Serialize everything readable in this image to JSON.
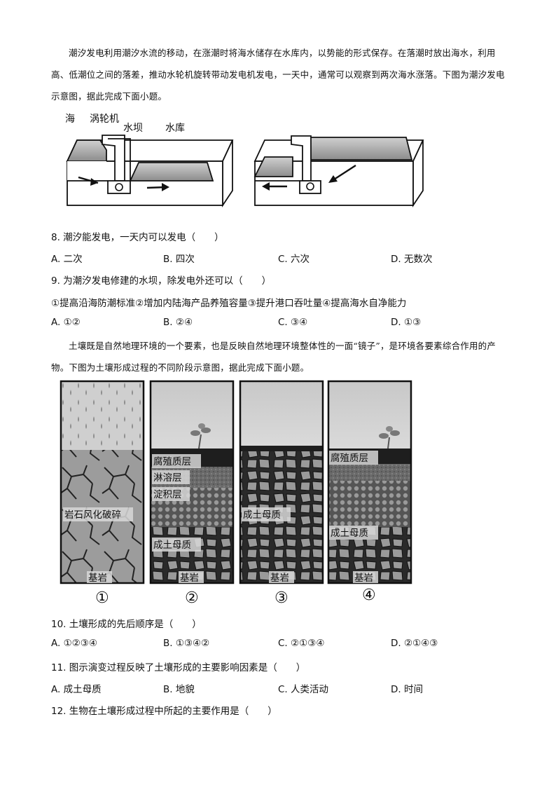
{
  "passage1": "潮汐发电利用潮汐水流的移动，在涨潮时将海水储存在水库内，以势能的形式保存。在落潮时放出海水，利用高、低潮位之间的落差，推动水轮机旋转带动发电机发电，一天中，通常可以观察到两次海水涨落。下图为潮汐发电示意图，据此完成下面小题。",
  "tidal_figure": {
    "label_sea": "海",
    "label_turbine": "涡轮机",
    "label_dam": "水坝",
    "label_reservoir": "水库"
  },
  "q8": {
    "stem": "8. 潮汐能发电，一天内可以发电（　　）",
    "options": [
      "A. 二次",
      "B. 四次",
      "C. 六次",
      "D. 无数次"
    ]
  },
  "q9": {
    "stem": "9. 为潮汐发电修建的水坝，除发电外还可以（　　）",
    "statements": "①提高沿海防潮标准②增加内陆海产品养殖容量③提升港口吞吐量④提高海水自净能力",
    "options": [
      "A. ①②",
      "B. ②④",
      "C. ③④",
      "D. ①③"
    ]
  },
  "passage2": "土壤既是自然地理环境的一个要素，也是反映自然地理环境整体性的一面“镜子”，是环境各要素综合作用的产物。下图为土壤形成过程的不同阶段示意图，据此完成下面小题。",
  "soil_figure": {
    "panel1": {
      "label_weathering": "岩石风化破碎",
      "label_bedrock": "基岩",
      "number": "①"
    },
    "panel2": {
      "label_humus": "腐殖质层",
      "label_eluvial": "淋溶层",
      "label_illuvial": "淀积层",
      "label_parent": "成土母质",
      "label_bedrock": "基岩",
      "number": "②"
    },
    "panel3": {
      "label_parent": "成土母质",
      "label_bedrock": "基岩",
      "number": "③"
    },
    "panel4": {
      "label_humus": "腐殖质层",
      "label_parent": "成土母质",
      "label_bedrock": "基岩",
      "number": "④"
    }
  },
  "q10": {
    "stem": "10. 土壤形成的先后顺序是（　　）",
    "options": [
      "A. ①②③④",
      "B. ①③④②",
      "C. ②①③④",
      "D. ②①④③"
    ]
  },
  "q11": {
    "stem": "11. 图示演变过程反映了土壤形成的主要影响因素是（　　）",
    "options": [
      "A. 成土母质",
      "B. 地貌",
      "C. 人类活动",
      "D. 时间"
    ]
  },
  "q12": {
    "stem": "12. 生物在土壤形成过程中所起的主要作用是（　　）"
  }
}
